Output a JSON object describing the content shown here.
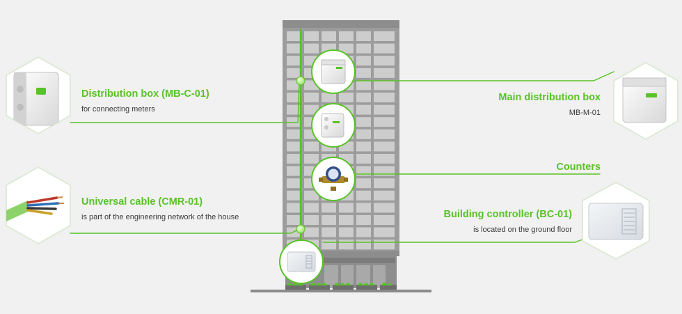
{
  "colors": {
    "accent": "#58c326",
    "background": "#f1f1f1",
    "building": "#9c9c9c",
    "window": "#cdcdcd",
    "text": "#3a3a3a"
  },
  "components": {
    "distribution_box": {
      "title": "Distribution box (MB-C-01)",
      "subtitle": "for connecting meters",
      "icon": "junction-box-icon"
    },
    "universal_cable": {
      "title": "Universal cable (CMR-01)",
      "subtitle": "is part of the engineering network of the house",
      "icon": "cable-bundle-icon"
    },
    "main_distribution_box": {
      "title": "Main distribution box",
      "subtitle": "MB-M-01",
      "icon": "junction-box-icon"
    },
    "counters": {
      "title": "Counters",
      "icon": "water-meter-icon"
    },
    "building_controller": {
      "title": "Building controller (BC-01)",
      "subtitle": "is located on the ground floor",
      "icon": "controller-icon"
    }
  }
}
